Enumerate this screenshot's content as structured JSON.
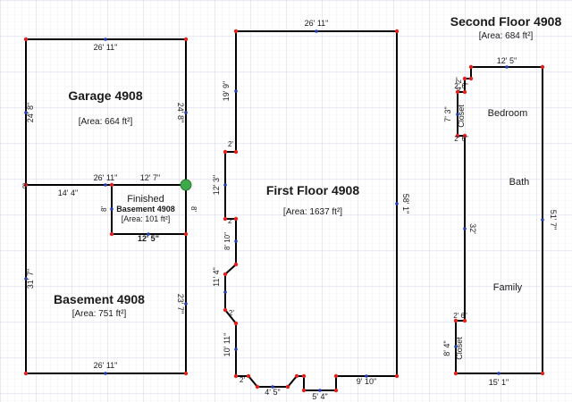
{
  "rooms": {
    "garage": {
      "name": "Garage 4908",
      "area": "[Area: 664 ft²]",
      "dims": {
        "top": "26' 11\"",
        "left": "24' 8\"",
        "right": "24' 8\"",
        "bottom": "26' 11\""
      }
    },
    "finished": {
      "name_line1": "Finished",
      "name_line2": "Basement 4908",
      "area": "[Area: 101 ft²]",
      "dims": {
        "top": "12' 7\"",
        "left": "8'",
        "right": "8'",
        "bottom": "12' 5\""
      }
    },
    "basement": {
      "name": "Basement 4908",
      "area": "[Area: 751 ft²]",
      "dims": {
        "top_left": "14' 4\"",
        "left": "31' 7\"",
        "right": "23' 7\"",
        "bottom": "26' 11\"",
        "left_small": "8'"
      }
    },
    "first_floor": {
      "name": "First Floor 4908",
      "area": "[Area: 1637 ft²]",
      "dims": {
        "top": "26' 11\"",
        "right": "58' 1\"",
        "left_1": "19' 9\"",
        "left_2": "12' 3\"",
        "left_3": "8' 10\"",
        "left_4": "11' 4\"",
        "left_5": "10' 11\"",
        "bottom_1": "4' 5\"",
        "bottom_2": "5' 4\"",
        "bottom_3": "9' 10\"",
        "small_1": "2'",
        "small_2": "2'",
        "small_3": "2'",
        "small_4": "2'"
      }
    },
    "second_floor": {
      "name": "Second Floor 4908",
      "area": "[Area: 684 ft²]",
      "labels": {
        "bedroom": "Bedroom",
        "bath": "Bath",
        "family": "Family",
        "closet_top": "Closet",
        "closet_bottom": "Closet"
      },
      "dims": {
        "top": "12' 5\"",
        "right": "51' 7\"",
        "left": "32'",
        "bottom": "15' 1\"",
        "closet_top": "7' 3\"",
        "closet_bottom": "8' 4\"",
        "small_1": "4' 2\"",
        "small_2": "2' 6\"",
        "small_3": "2' 6\"",
        "small_4": "2' 6\""
      }
    }
  },
  "colors": {
    "grid_major": "#c9cbe3",
    "grid_minor": "#e7e8f3",
    "wall": "#000000",
    "vertex": "#e0201c",
    "midpoint": "#1f3fb4",
    "selected": "#3fa84a"
  }
}
